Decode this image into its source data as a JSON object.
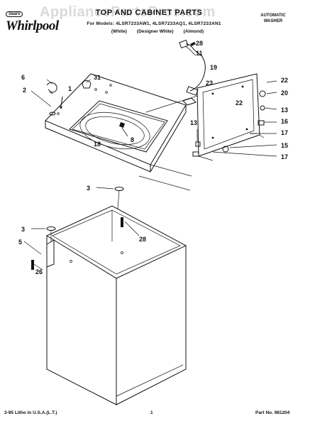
{
  "watermark": "AppliancePartsPros.com",
  "header": {
    "brand_badge": "Sears",
    "brand": "Whirlpool",
    "title": "TOP AND CABINET PARTS",
    "models": "For Models: 4LSR7233AW1, 4LSR7233AQ1, 4LSR7233AN1",
    "colors": [
      "(White)",
      "(Designer White)",
      "(Almond)"
    ],
    "product": [
      "AUTOMATIC",
      "WASHER"
    ]
  },
  "callouts": {
    "c28_top": "28",
    "c11": "11",
    "c19": "19",
    "c6": "6",
    "c31": "31",
    "c1": "1",
    "c2": "2",
    "c23": "23",
    "c22_a": "22",
    "c20": "20",
    "c22_b": "22",
    "c13_a": "13",
    "c16": "16",
    "c13_b": "13",
    "c17_a": "17",
    "c15": "15",
    "c17_b": "17",
    "c8": "8",
    "c18": "18",
    "c3_a": "3",
    "c28_mid": "28",
    "c3_b": "3",
    "c5": "5",
    "c26": "26"
  },
  "footer": {
    "lithograph": "3-95 Litho in U.S.A.(L.T.)",
    "page": "1",
    "part_no": "Part No. 981204"
  }
}
